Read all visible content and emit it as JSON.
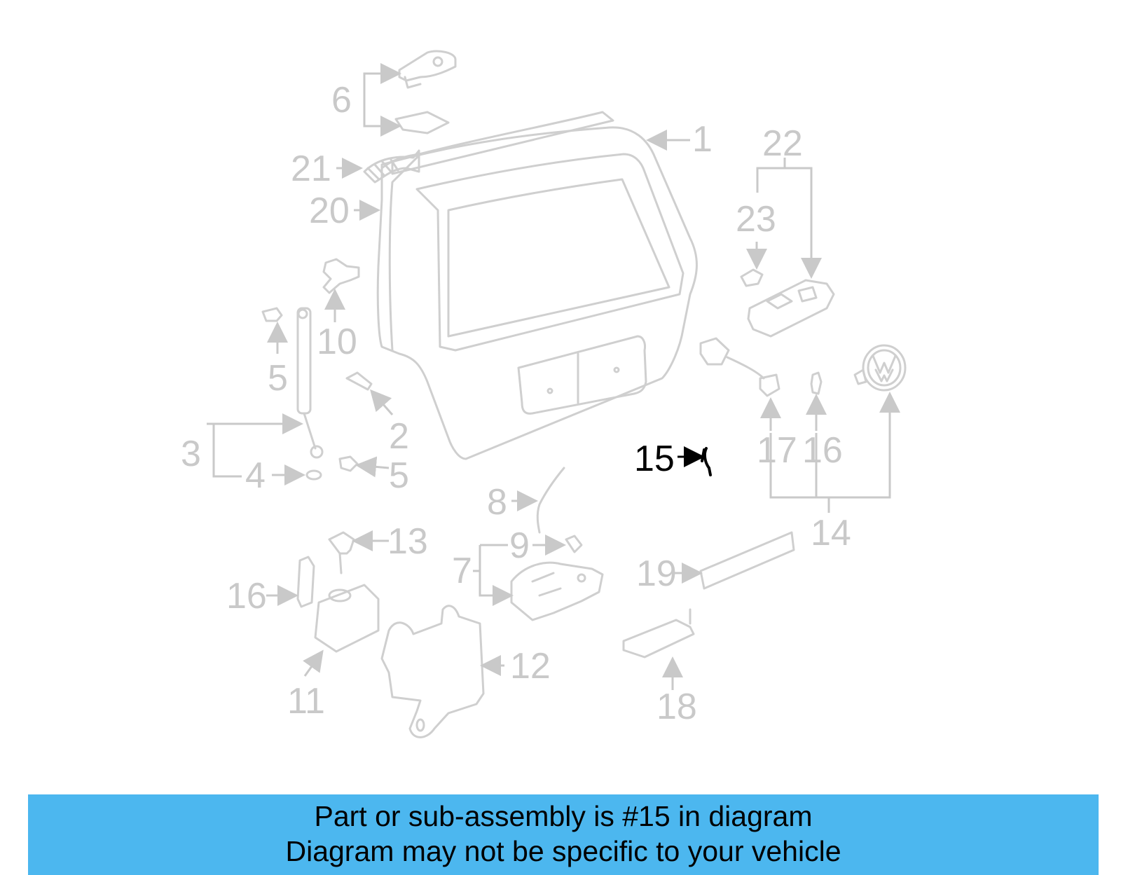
{
  "diagram": {
    "callouts": {
      "c1": "1",
      "c2": "2",
      "c3": "3",
      "c4": "4",
      "c5a": "5",
      "c5b": "5",
      "c6": "6",
      "c7": "7",
      "c8": "8",
      "c9": "9",
      "c10": "10",
      "c11": "11",
      "c12": "12",
      "c13": "13",
      "c14": "14",
      "c15": "15",
      "c16a": "16",
      "c16b": "16",
      "c17": "17",
      "c18": "18",
      "c19": "19",
      "c20": "20",
      "c21": "21",
      "c22": "22",
      "c23": "23"
    },
    "highlighted_part": "15"
  },
  "banner": {
    "line1": "Part or sub-assembly is #15 in diagram",
    "line2": "Diagram may not be specific to your vehicle",
    "background_color": "#4cb7ef"
  }
}
